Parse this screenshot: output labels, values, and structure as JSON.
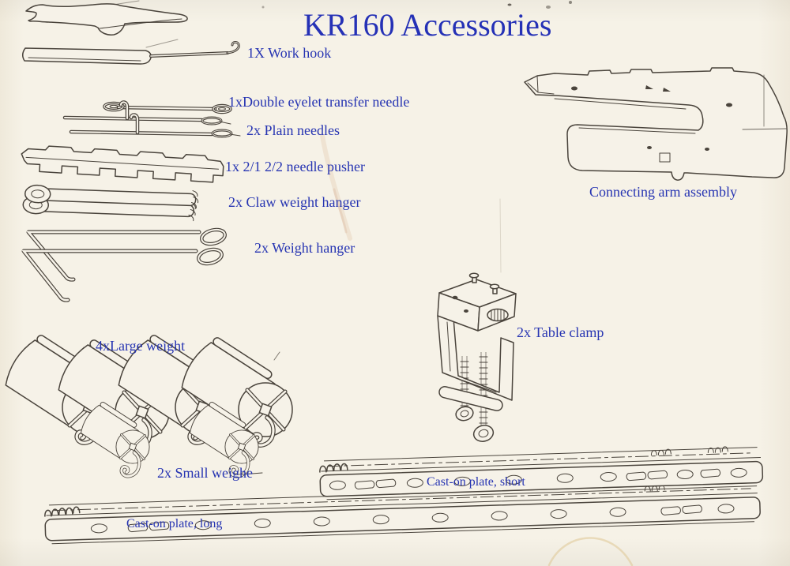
{
  "title": "KR160 Accessories",
  "labels": {
    "work_hook": "1X Work hook",
    "transfer_needle": "1xDouble eyelet transfer needle",
    "plain_needles": "2x Plain needles",
    "needle_pusher": "1x 2/1 2/2 needle pusher",
    "claw_weight_hanger": "2x Claw weight hanger",
    "weight_hanger": "2x Weight hanger",
    "connecting_arm": "Connecting arm assembly",
    "large_weight": "4xLarge weight",
    "table_clamp": "2x Table clamp",
    "small_weight": "2x Small weighe",
    "cast_on_plate_short": "Cast-on plate, short",
    "cast_on_plate_long": "Cast-on plate, long"
  },
  "colors": {
    "label_blue": "#2634b2",
    "ink": "#4a443c",
    "paper": "#f5f1e6"
  },
  "illustrations": [
    "wrench",
    "work-hook",
    "double-eyelet-transfer-needle",
    "plain-needles",
    "needle-pusher",
    "claw-weight-hanger",
    "weight-hanger",
    "connecting-arm-assembly",
    "large-weights",
    "table-clamp",
    "small-weights",
    "cast-on-plate-short",
    "cast-on-plate-long"
  ]
}
